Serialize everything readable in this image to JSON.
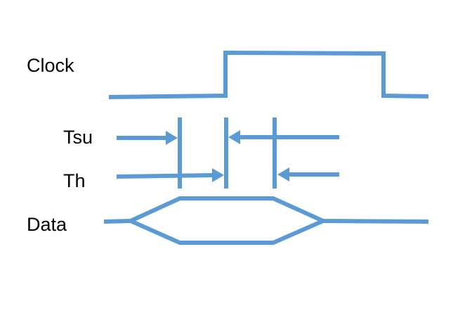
{
  "labels": {
    "clock": "Clock",
    "tsu": "Tsu",
    "th": "Th",
    "data": "Data"
  },
  "colors": {
    "stroke": "#5b9bd5",
    "text": "#000000"
  }
}
